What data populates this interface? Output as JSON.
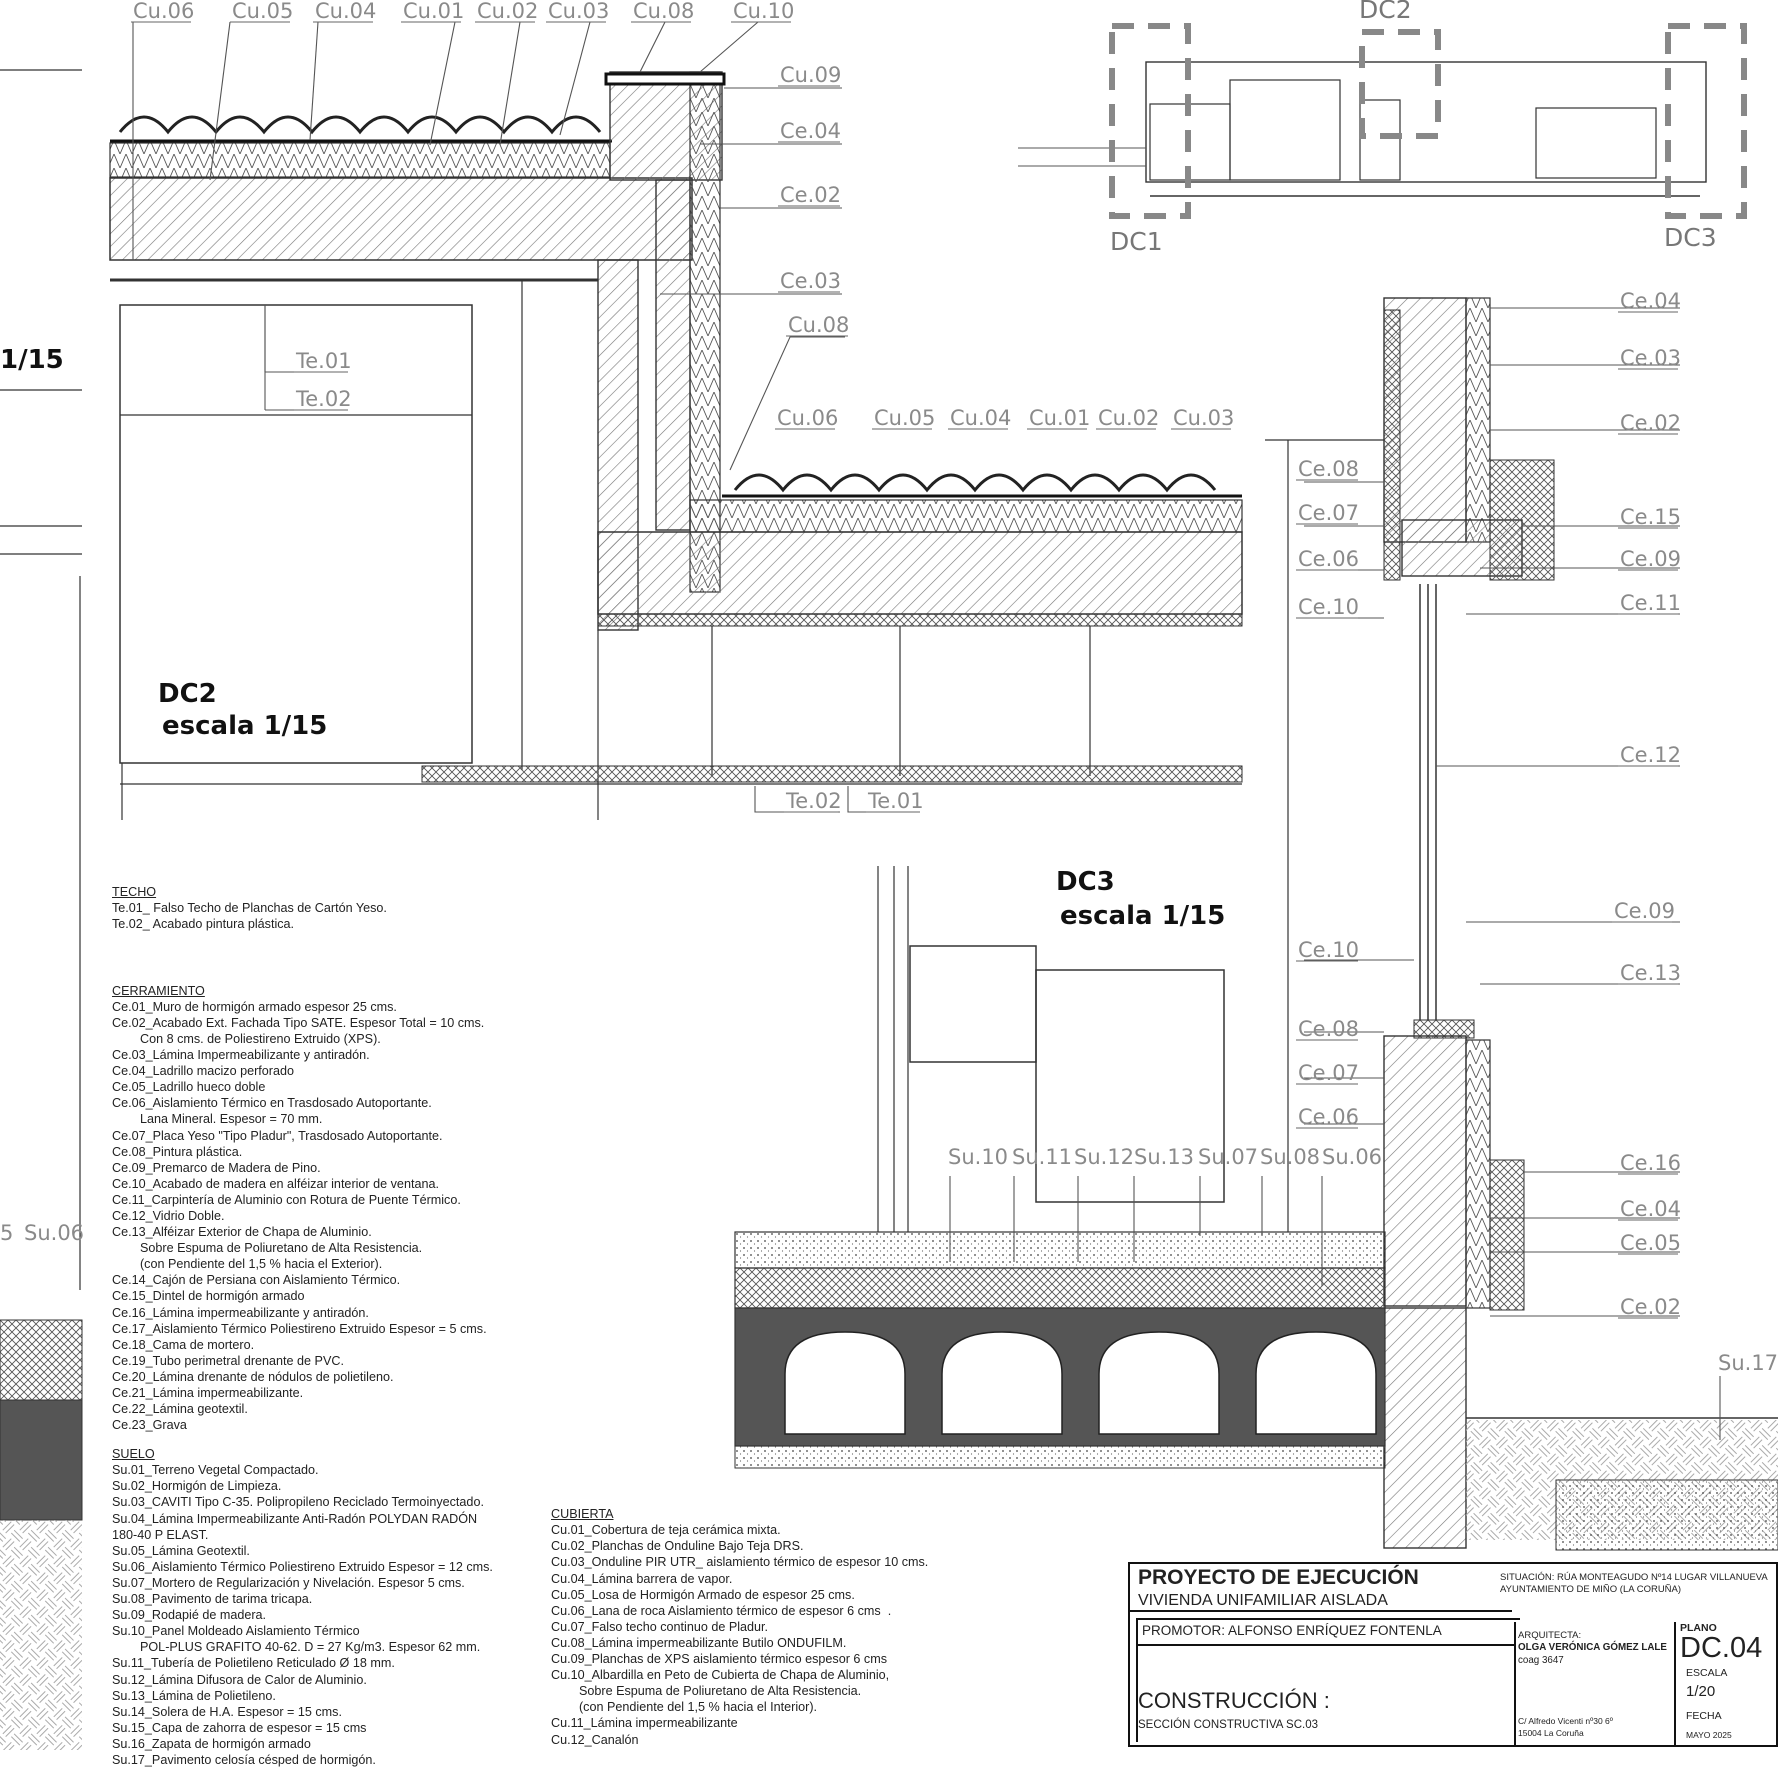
{
  "labels_top": [
    "Cu.06",
    "Cu.05",
    "Cu.04",
    "Cu.01",
    "Cu.02",
    "Cu.03",
    "Cu.08",
    "Cu.10"
  ],
  "labels_dc2_right": [
    "Cu.09",
    "Ce.04",
    "Ce.02",
    "Ce.03",
    "Cu.08"
  ],
  "labels_dc2_lower": [
    "Cu.06",
    "Cu.05",
    "Cu.04",
    "Cu.01",
    "Cu.02",
    "Cu.03"
  ],
  "labels_ceiling": [
    "Te.01",
    "Te.02"
  ],
  "labels_ceiling_bottom": [
    "Te.02",
    "Te.01"
  ],
  "labels_dc3_wall_right": [
    "Ce.04",
    "Ce.03",
    "Ce.02",
    "Ce.15",
    "Ce.09",
    "Ce.11",
    "Ce.12",
    "Ce.09",
    "Ce.13",
    "Ce.16",
    "Ce.04",
    "Ce.05",
    "Ce.02"
  ],
  "labels_dc3_wall_left": [
    "Ce.08",
    "Ce.07",
    "Ce.06",
    "Ce.10",
    "Ce.10",
    "Ce.08",
    "Ce.07",
    "Ce.06"
  ],
  "labels_floor": [
    "Su.10",
    "Su.11",
    "Su.12",
    "Su.13",
    "Su.07",
    "Su.08",
    "Su.06"
  ],
  "labels_left_edge": [
    "5",
    "Su.06"
  ],
  "label_su17": "Su.17",
  "key_views": [
    "DC2",
    "DC1",
    "DC3"
  ],
  "title_dc2": [
    "DC2",
    "escala 1/15"
  ],
  "title_dc3": [
    "DC3",
    "escala 1/15"
  ],
  "left_scale": "1/15",
  "legend_techo": [
    "TECHO",
    "Te.01_ Falso Techo de Planchas de Cartón Yeso.",
    "Te.02_ Acabado pintura plástica."
  ],
  "legend_cerramiento": [
    "CERRAMIENTO",
    "Ce.01_Muro de hormigón armado espesor 25 cms.",
    "Ce.02_Acabado Ext. Fachada Tipo SATE. Espesor Total = 10 cms.",
    "        Con 8 cms. de Poliestireno Extruido (XPS).",
    "Ce.03_Lámina Impermeabilizante y antiradón.",
    "Ce.04_Ladrillo macizo perforado",
    "Ce.05_Ladrillo hueco doble",
    "Ce.06_Aislamiento Térmico en Trasdosado Autoportante.",
    "        Lana Mineral. Espesor = 70 mm.",
    "Ce.07_Placa Yeso \"Tipo Pladur\", Trasdosado Autoportante.",
    "Ce.08_Pintura plástica.",
    "Ce.09_Premarco de Madera de Pino.",
    "Ce.10_Acabado de madera en alféizar interior de ventana.",
    "Ce.11_Carpintería de Aluminio con Rotura de Puente Térmico.",
    "Ce.12_Vidrio Doble.",
    "Ce.13_Alféizar Exterior de Chapa de Aluminio.",
    "        Sobre Espuma de Poliuretano de Alta Resistencia.",
    "        (con Pendiente del 1,5 % hacia el Exterior).",
    "Ce.14_Cajón de Persiana con Aislamiento Térmico.",
    "Ce.15_Dintel de hormigón armado",
    "Ce.16_Lámina impermeabilizante y antiradón.",
    "Ce.17_Aislamiento Térmico Poliestireno Extruido Espesor = 5 cms.",
    "Ce.18_Cama de mortero.",
    "Ce.19_Tubo perimetral drenante de PVC.",
    "Ce.20_Lámina drenante de nódulos de polietileno.",
    "Ce.21_Lámina impermeabilizante.",
    "Ce.22_Lámina geotextil.",
    "Ce.23_Grava"
  ],
  "legend_suelo": [
    "SUELO",
    "Su.01_Terreno Vegetal Compactado.",
    "Su.02_Hormigón de Limpieza.",
    "Su.03_CAVITI Tipo C-35. Polipropileno Reciclado Termoinyectado.",
    "Su.04_Lámina Impermeabilizante Anti-Radón POLYDAN RADÓN",
    "180-40 P ELAST.",
    "Su.05_Lámina Geotextil.",
    "Su.06_Aislamiento Térmico Poliestireno Extruido Espesor = 12 cms.",
    "Su.07_Mortero de Regularización y Nivelación. Espesor 5 cms.",
    "Su.08_Pavimento de tarima tricapa.",
    "Su.09_Rodapié de madera.",
    "Su.10_Panel Moldeado Aislamiento Térmico",
    "        POL-PLUS GRAFITO 40-62. D = 27 Kg/m3. Espesor 62 mm.",
    "Su.11_Tubería de Polietileno Reticulado Ø 18 mm.",
    "Su.12_Lámina Difusora de Calor de Aluminio.",
    "Su.13_Lámina de Polietileno.",
    "Su.14_Solera de H.A. Espesor = 15 cms.",
    "Su.15_Capa de zahorra de espesor = 15 cms",
    "Su.16_Zapata de hormigón armado",
    "Su.17_Pavimento celosía césped de hormigón."
  ],
  "legend_cubierta": [
    "CUBIERTA",
    "Cu.01_Cobertura de teja cerámica mixta.",
    "Cu.02_Planchas de Onduline Bajo Teja DRS.",
    "Cu.03_Onduline PIR UTR_ aislamiento térmico de espesor 10 cms.",
    "Cu.04_Lámina barrera de vapor.",
    "Cu.05_Losa de Hormigón Armado de espesor 25 cms.",
    "Cu.06_Lana de roca Aislamiento térmico de espesor 6 cms  .",
    "Cu.07_Falso techo continuo de Pladur.",
    "Cu.08_Lámina impermeabilizante Butilo ONDUFILM.",
    "Cu.09_Planchas de XPS aislamiento térmico espesor 6 cms",
    "Cu.10_Albardilla en Peto de Cubierta de Chapa de Aluminio,",
    "        Sobre Espuma de Poliuretano de Alta Resistencia.",
    "        (con Pendiente del 1,5 % hacia el Interior).",
    "Cu.11_Lámina impermeabilizante",
    "Cu.12_Canalón"
  ],
  "title_block": {
    "project": "PROYECTO DE EJECUCIÓN",
    "subtitle": "VIVIENDA UNIFAMILIAR AISLADA",
    "situacion": [
      "SITUACIÓN: RÚA MONTEAGUDO Nº14 LUGAR VILLANUEVA",
      "AYUNTAMIENTO DE MIÑO (LA CORUÑA)"
    ],
    "promotor": "PROMOTOR: ALFONSO ENRÍQUEZ FONTENLA",
    "arquitecta_label": "ARQUITECTA:",
    "arquitecta": "OLGA VERÓNICA GÓMEZ LALE",
    "coag": "coag 3647",
    "address": [
      "C/ Alfredo Vicenti  nº30 6º",
      "15004 La Coruña"
    ],
    "construccion": "CONSTRUCCIÓN :",
    "section": "SECCIÓN CONSTRUCTIVA SC.03",
    "plano_label": "PLANO",
    "plano": "DC.04",
    "escala_label": "ESCALA",
    "escala": "1/20",
    "fecha_label": "FECHA",
    "fecha": "MAYO 2025"
  }
}
